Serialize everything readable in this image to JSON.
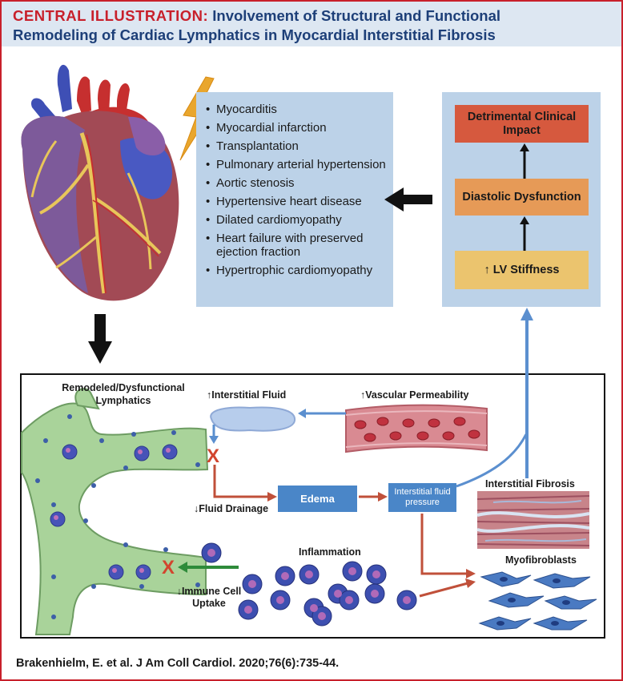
{
  "header": {
    "label": "CENTRAL ILLUSTRATION:",
    "title_line1": "Involvement of Structural and Functional",
    "title_line2": "Remodeling of Cardiac Lymphatics in Myocardial Interstitial Fibrosis"
  },
  "conditions": [
    "Myocarditis",
    "Myocardial infarction",
    "Transplantation",
    "Pulmonary arterial hypertension",
    "Aortic stenosis",
    "Hypertensive heart disease",
    "Dilated cardiomyopathy",
    "Heart failure with preserved ejection fraction",
    "Hypertrophic cardiomyopathy"
  ],
  "clinical_cascade": {
    "top": "Detrimental Clinical Impact",
    "middle": "Diastolic Dysfunction",
    "bottom": "LV Stiffness"
  },
  "mechanism": {
    "lymphatics_label": "Remodeled/Dysfunctional Lymphatics",
    "interstitial_fluid": "Interstitial Fluid",
    "vascular_permeability": "Vascular Permeability",
    "fluid_drainage": "Fluid Drainage",
    "edema": "Edema",
    "interstitial_fluid_pressure": "Interstitial fluid pressure",
    "interstitial_fibrosis": "Interstitial Fibrosis",
    "inflammation": "Inflammation",
    "myofibroblasts": "Myofibroblasts",
    "immune_cell_uptake": "Immune Cell Uptake",
    "block_mark": "X"
  },
  "citation": "Brakenhielm, E. et al. J Am Coll Cardiol. 2020;76(6):735-44.",
  "colors": {
    "border": "#c8202b",
    "header_bg": "#dde7f2",
    "header_text": "#1d3f78",
    "panel_bg": "#bcd2e8",
    "impact": "#d6593e",
    "diastolic": "#e69a57",
    "stiffness": "#ebc46e",
    "blue_box": "#4a86c8",
    "red_arrow": "#c0503a",
    "blue_arrow": "#5b8fcf",
    "green_arrow": "#2e8b3a",
    "lymphatic": "#a9d39a",
    "immune_cell": "#3d4fb0"
  },
  "icons": [
    "heart-illustration",
    "lightning-bolt-icon",
    "lymphatic-vessel-illustration",
    "blood-vessel-illustration",
    "fibrosis-tissue-illustration",
    "immune-cell-icon",
    "myofibroblast-icon"
  ]
}
